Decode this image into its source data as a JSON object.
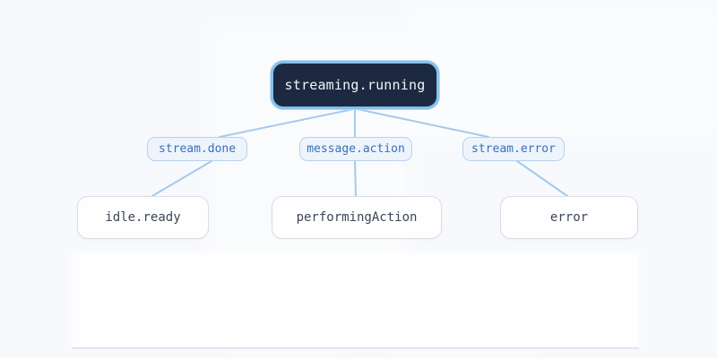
{
  "diagram": {
    "root_state": {
      "label": "streaming.running"
    },
    "events": [
      {
        "label": "stream.done"
      },
      {
        "label": "message.action"
      },
      {
        "label": "stream.error"
      }
    ],
    "states": [
      {
        "label": "idle.ready"
      },
      {
        "label": "performingAction"
      },
      {
        "label": "error"
      }
    ],
    "colors": {
      "background": "#f7f9fc",
      "root_fill": "#1d2940",
      "root_border": "#85c1ea",
      "root_text": "#f2f6fa",
      "event_fill": "#edf4fc",
      "event_border": "#b7d2ee",
      "event_text": "#3a70b8",
      "state_fill": "#fefefe",
      "state_border": "#d9dde6",
      "state_text": "#3b4657",
      "edge": "#a6c9ea"
    }
  }
}
